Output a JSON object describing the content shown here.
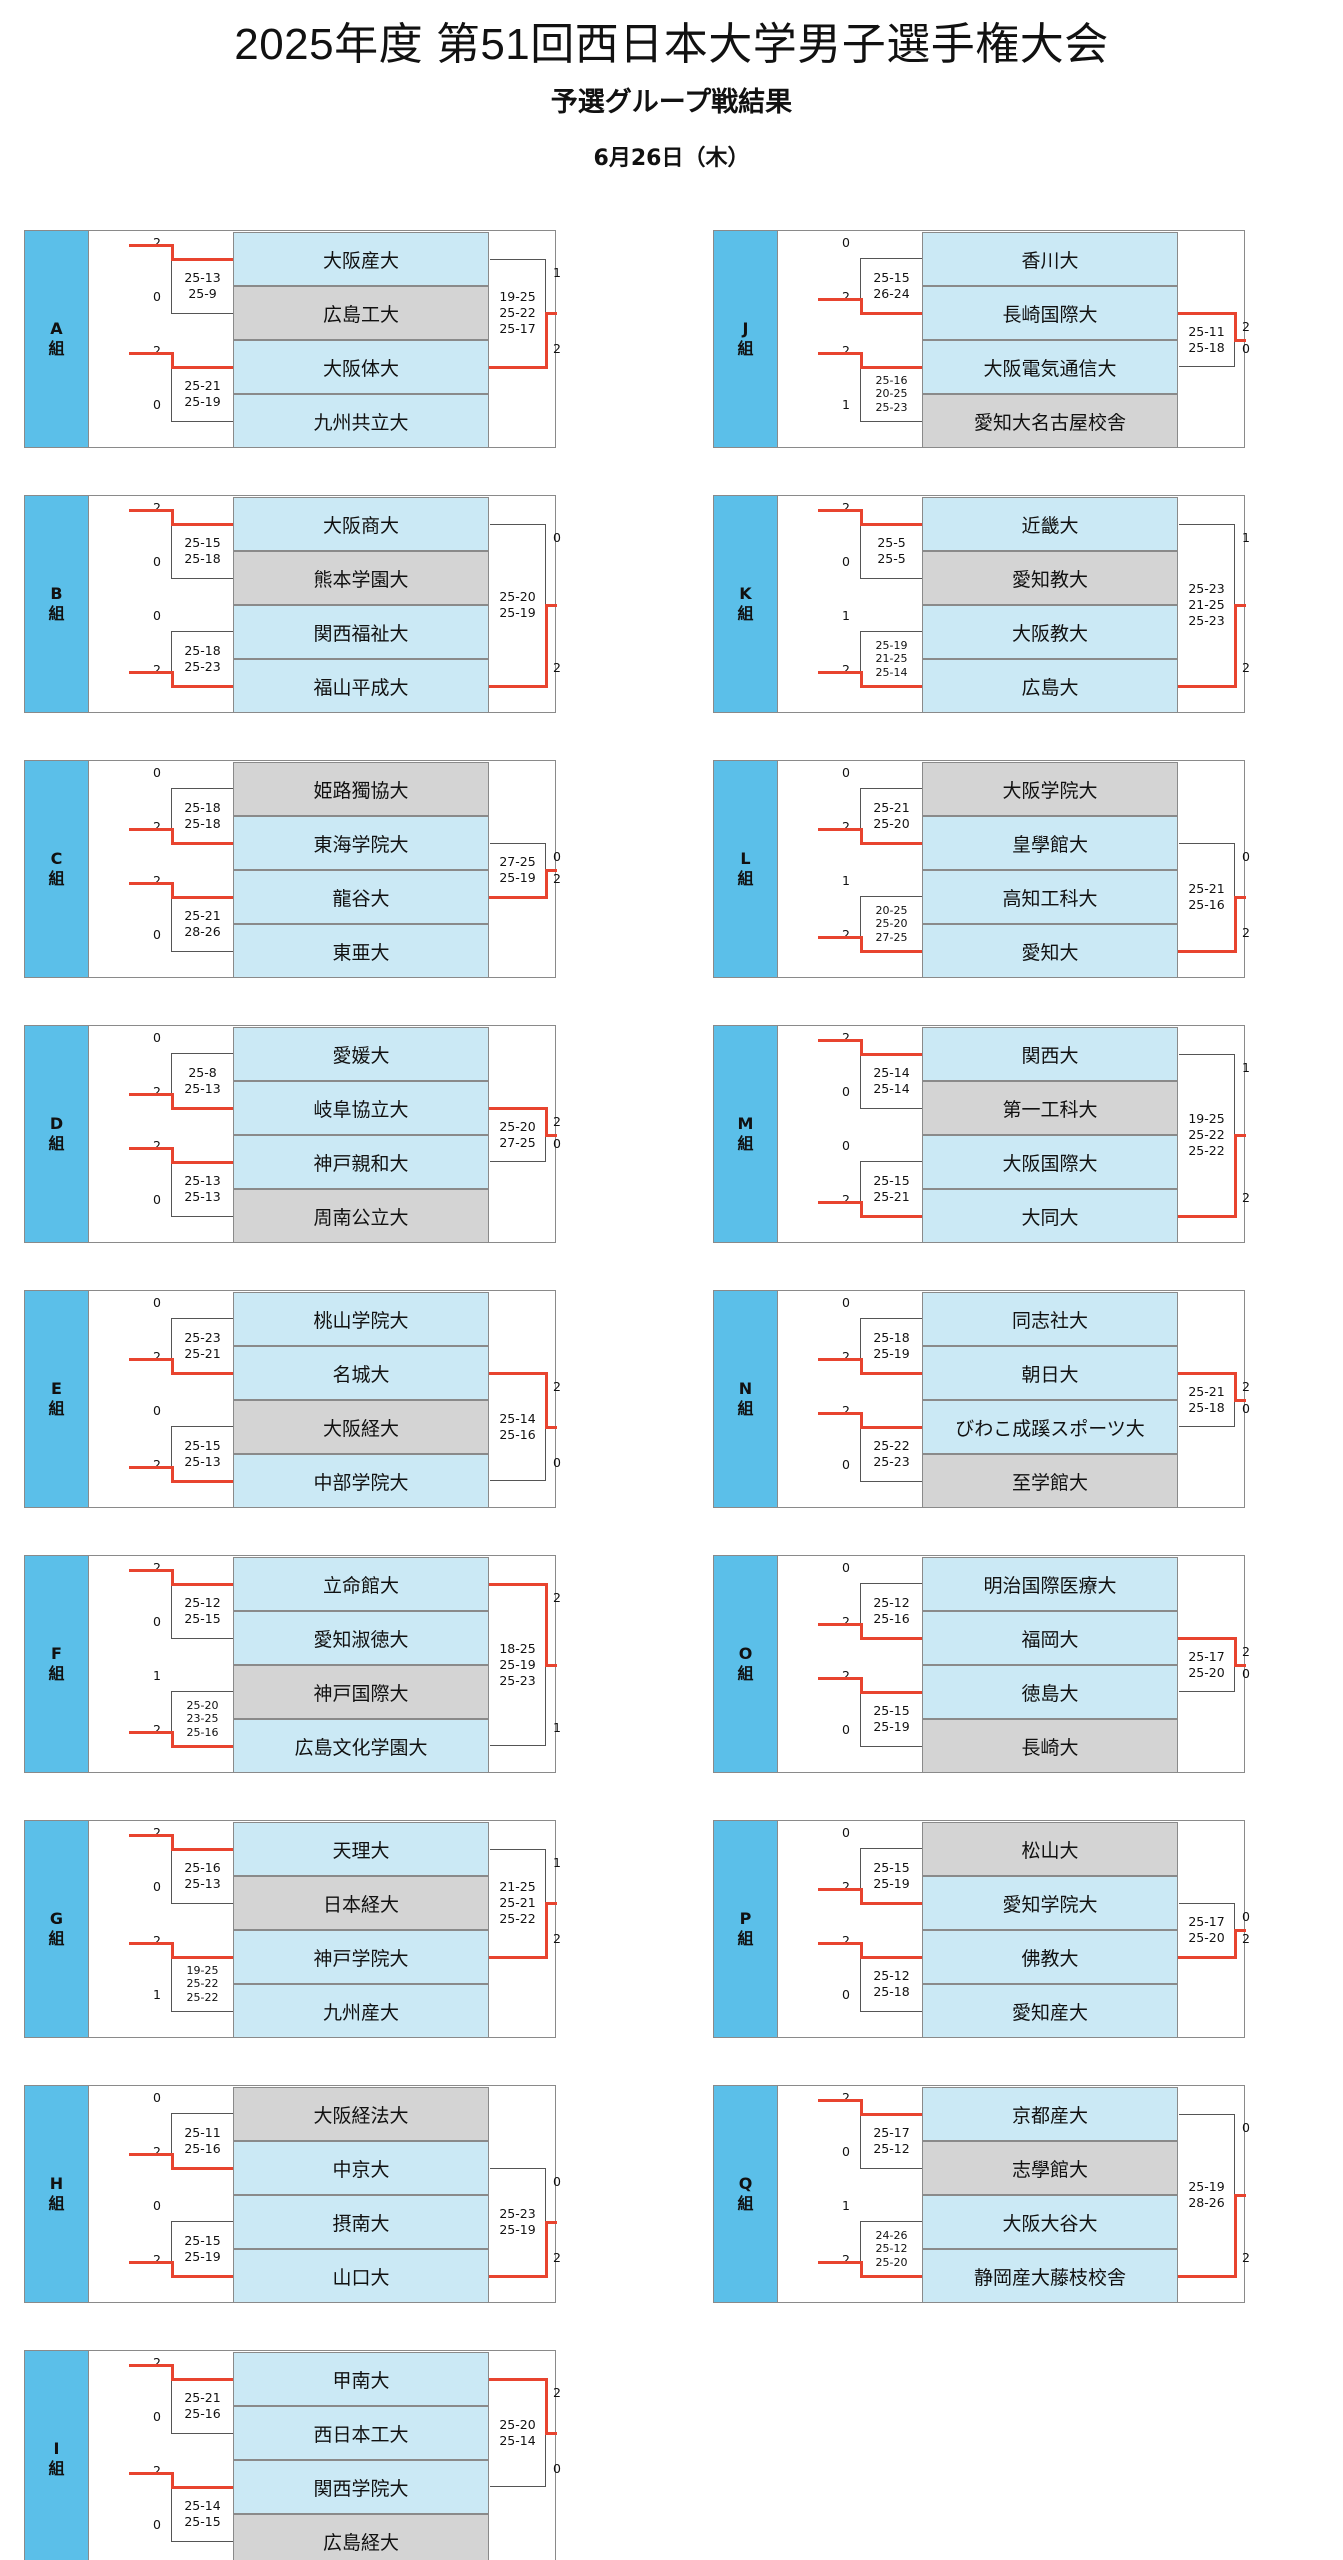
{
  "header": {
    "title": "2025年度 第51回西日本大学男子選手権大会",
    "subtitle": "予選グループ戦結果",
    "date": "6月26日（木）"
  },
  "colors": {
    "team_cell": "#cbe9f5",
    "eliminated_cell": "#d4d4d4",
    "group_label": "#5bbfe9",
    "winner_line": "#e8442f"
  },
  "groups": [
    {
      "label": "A",
      "suffix": "組",
      "teams": [
        "大阪産大",
        "広島工大",
        "大阪体大",
        "九州共立大"
      ],
      "shade": [
        "blue",
        "gray",
        "blue",
        "blue"
      ],
      "match1": {
        "wins": [
          "2",
          "0"
        ],
        "sets": [
          "25-13",
          "25-9"
        ],
        "winner": 0
      },
      "match2": {
        "wins": [
          "2",
          "0"
        ],
        "sets": [
          "25-21",
          "25-19"
        ],
        "winner": 0
      },
      "final": {
        "wins": [
          "1",
          "2"
        ],
        "sets": [
          "19-25",
          "25-22",
          "25-17"
        ],
        "winner": 1
      }
    },
    {
      "label": "J",
      "suffix": "組",
      "teams": [
        "香川大",
        "長崎国際大",
        "大阪電気通信大",
        "愛知大名古屋校舎"
      ],
      "shade": [
        "blue",
        "blue",
        "blue",
        "gray"
      ],
      "match1": {
        "wins": [
          "0",
          "2"
        ],
        "sets": [
          "25-15",
          "26-24"
        ],
        "winner": 1
      },
      "match2": {
        "wins": [
          "2",
          "1"
        ],
        "sets": [
          "25-16",
          "20-25",
          "25-23"
        ],
        "winner": 0
      },
      "final": {
        "wins": [
          "2",
          "0"
        ],
        "sets": [
          "25-11",
          "25-18"
        ],
        "winner": 0
      }
    },
    {
      "label": "B",
      "suffix": "組",
      "teams": [
        "大阪商大",
        "熊本学園大",
        "関西福祉大",
        "福山平成大"
      ],
      "shade": [
        "blue",
        "gray",
        "blue",
        "blue"
      ],
      "match1": {
        "wins": [
          "2",
          "0"
        ],
        "sets": [
          "25-15",
          "25-18"
        ],
        "winner": 0
      },
      "match2": {
        "wins": [
          "0",
          "2"
        ],
        "sets": [
          "25-18",
          "25-23"
        ],
        "winner": 1
      },
      "final": {
        "wins": [
          "0",
          "2"
        ],
        "sets": [
          "25-20",
          "25-19"
        ],
        "winner": 1
      }
    },
    {
      "label": "K",
      "suffix": "組",
      "teams": [
        "近畿大",
        "愛知教大",
        "大阪教大",
        "広島大"
      ],
      "shade": [
        "blue",
        "gray",
        "blue",
        "blue"
      ],
      "match1": {
        "wins": [
          "2",
          "0"
        ],
        "sets": [
          "25-5",
          "25-5"
        ],
        "winner": 0
      },
      "match2": {
        "wins": [
          "1",
          "2"
        ],
        "sets": [
          "25-19",
          "21-25",
          "25-14"
        ],
        "winner": 1
      },
      "final": {
        "wins": [
          "1",
          "2"
        ],
        "sets": [
          "25-23",
          "21-25",
          "25-23"
        ],
        "winner": 1
      }
    },
    {
      "label": "C",
      "suffix": "組",
      "teams": [
        "姫路獨協大",
        "東海学院大",
        "龍谷大",
        "東亜大"
      ],
      "shade": [
        "gray",
        "blue",
        "blue",
        "blue"
      ],
      "match1": {
        "wins": [
          "0",
          "2"
        ],
        "sets": [
          "25-18",
          "25-18"
        ],
        "winner": 1
      },
      "match2": {
        "wins": [
          "2",
          "0"
        ],
        "sets": [
          "25-21",
          "28-26"
        ],
        "winner": 0
      },
      "final": {
        "wins": [
          "0",
          "2"
        ],
        "sets": [
          "27-25",
          "25-19"
        ],
        "winner": 1
      }
    },
    {
      "label": "L",
      "suffix": "組",
      "teams": [
        "大阪学院大",
        "皇學館大",
        "高知工科大",
        "愛知大"
      ],
      "shade": [
        "gray",
        "blue",
        "blue",
        "blue"
      ],
      "match1": {
        "wins": [
          "0",
          "2"
        ],
        "sets": [
          "25-21",
          "25-20"
        ],
        "winner": 1
      },
      "match2": {
        "wins": [
          "1",
          "2"
        ],
        "sets": [
          "20-25",
          "25-20",
          "27-25"
        ],
        "winner": 1
      },
      "final": {
        "wins": [
          "0",
          "2"
        ],
        "sets": [
          "25-21",
          "25-16"
        ],
        "winner": 1
      }
    },
    {
      "label": "D",
      "suffix": "組",
      "teams": [
        "愛媛大",
        "岐阜協立大",
        "神戸親和大",
        "周南公立大"
      ],
      "shade": [
        "blue",
        "blue",
        "blue",
        "gray"
      ],
      "match1": {
        "wins": [
          "0",
          "2"
        ],
        "sets": [
          "25-8",
          "25-13"
        ],
        "winner": 1
      },
      "match2": {
        "wins": [
          "2",
          "0"
        ],
        "sets": [
          "25-13",
          "25-13"
        ],
        "winner": 0
      },
      "final": {
        "wins": [
          "2",
          "0"
        ],
        "sets": [
          "25-20",
          "27-25"
        ],
        "winner": 0
      }
    },
    {
      "label": "M",
      "suffix": "組",
      "teams": [
        "関西大",
        "第一工科大",
        "大阪国際大",
        "大同大"
      ],
      "shade": [
        "blue",
        "gray",
        "blue",
        "blue"
      ],
      "match1": {
        "wins": [
          "2",
          "0"
        ],
        "sets": [
          "25-14",
          "25-14"
        ],
        "winner": 0
      },
      "match2": {
        "wins": [
          "0",
          "2"
        ],
        "sets": [
          "25-15",
          "25-21"
        ],
        "winner": 1
      },
      "final": {
        "wins": [
          "1",
          "2"
        ],
        "sets": [
          "19-25",
          "25-22",
          "25-22"
        ],
        "winner": 1
      }
    },
    {
      "label": "E",
      "suffix": "組",
      "teams": [
        "桃山学院大",
        "名城大",
        "大阪経大",
        "中部学院大"
      ],
      "shade": [
        "blue",
        "blue",
        "gray",
        "blue"
      ],
      "match1": {
        "wins": [
          "0",
          "2"
        ],
        "sets": [
          "25-23",
          "25-21"
        ],
        "winner": 1
      },
      "match2": {
        "wins": [
          "0",
          "2"
        ],
        "sets": [
          "25-15",
          "25-13"
        ],
        "winner": 1
      },
      "final": {
        "wins": [
          "2",
          "0"
        ],
        "sets": [
          "25-14",
          "25-16"
        ],
        "winner": 0
      }
    },
    {
      "label": "N",
      "suffix": "組",
      "teams": [
        "同志社大",
        "朝日大",
        "びわこ成蹊スポーツ大",
        "至学館大"
      ],
      "shade": [
        "blue",
        "blue",
        "blue",
        "gray"
      ],
      "match1": {
        "wins": [
          "0",
          "2"
        ],
        "sets": [
          "25-18",
          "25-19"
        ],
        "winner": 1
      },
      "match2": {
        "wins": [
          "2",
          "0"
        ],
        "sets": [
          "25-22",
          "25-23"
        ],
        "winner": 0
      },
      "final": {
        "wins": [
          "2",
          "0"
        ],
        "sets": [
          "25-21",
          "25-18"
        ],
        "winner": 0
      }
    },
    {
      "label": "F",
      "suffix": "組",
      "teams": [
        "立命館大",
        "愛知淑徳大",
        "神戸国際大",
        "広島文化学園大"
      ],
      "shade": [
        "blue",
        "blue",
        "gray",
        "blue"
      ],
      "match1": {
        "wins": [
          "2",
          "0"
        ],
        "sets": [
          "25-12",
          "25-15"
        ],
        "winner": 0
      },
      "match2": {
        "wins": [
          "1",
          "2"
        ],
        "sets": [
          "25-20",
          "23-25",
          "25-16"
        ],
        "winner": 1
      },
      "final": {
        "wins": [
          "2",
          "1"
        ],
        "sets": [
          "18-25",
          "25-19",
          "25-23"
        ],
        "winner": 0
      }
    },
    {
      "label": "O",
      "suffix": "組",
      "teams": [
        "明治国際医療大",
        "福岡大",
        "徳島大",
        "長崎大"
      ],
      "shade": [
        "blue",
        "blue",
        "blue",
        "gray"
      ],
      "match1": {
        "wins": [
          "0",
          "2"
        ],
        "sets": [
          "25-12",
          "25-16"
        ],
        "winner": 1
      },
      "match2": {
        "wins": [
          "2",
          "0"
        ],
        "sets": [
          "25-15",
          "25-19"
        ],
        "winner": 0
      },
      "final": {
        "wins": [
          "2",
          "0"
        ],
        "sets": [
          "25-17",
          "25-20"
        ],
        "winner": 0
      }
    },
    {
      "label": "G",
      "suffix": "組",
      "teams": [
        "天理大",
        "日本経大",
        "神戸学院大",
        "九州産大"
      ],
      "shade": [
        "blue",
        "gray",
        "blue",
        "blue"
      ],
      "match1": {
        "wins": [
          "2",
          "0"
        ],
        "sets": [
          "25-16",
          "25-13"
        ],
        "winner": 0
      },
      "match2": {
        "wins": [
          "2",
          "1"
        ],
        "sets": [
          "19-25",
          "25-22",
          "25-22"
        ],
        "winner": 0
      },
      "final": {
        "wins": [
          "1",
          "2"
        ],
        "sets": [
          "21-25",
          "25-21",
          "25-22"
        ],
        "winner": 1
      }
    },
    {
      "label": "P",
      "suffix": "組",
      "teams": [
        "松山大",
        "愛知学院大",
        "佛教大",
        "愛知産大"
      ],
      "shade": [
        "gray",
        "blue",
        "blue",
        "blue"
      ],
      "match1": {
        "wins": [
          "0",
          "2"
        ],
        "sets": [
          "25-15",
          "25-19"
        ],
        "winner": 1
      },
      "match2": {
        "wins": [
          "2",
          "0"
        ],
        "sets": [
          "25-12",
          "25-18"
        ],
        "winner": 0
      },
      "final": {
        "wins": [
          "0",
          "2"
        ],
        "sets": [
          "25-17",
          "25-20"
        ],
        "winner": 1
      }
    },
    {
      "label": "H",
      "suffix": "組",
      "teams": [
        "大阪経法大",
        "中京大",
        "摂南大",
        "山口大"
      ],
      "shade": [
        "gray",
        "blue",
        "blue",
        "blue"
      ],
      "match1": {
        "wins": [
          "0",
          "2"
        ],
        "sets": [
          "25-11",
          "25-16"
        ],
        "winner": 1
      },
      "match2": {
        "wins": [
          "0",
          "2"
        ],
        "sets": [
          "25-15",
          "25-19"
        ],
        "winner": 1
      },
      "final": {
        "wins": [
          "0",
          "2"
        ],
        "sets": [
          "25-23",
          "25-19"
        ],
        "winner": 1
      }
    },
    {
      "label": "Q",
      "suffix": "組",
      "teams": [
        "京都産大",
        "志學館大",
        "大阪大谷大",
        "静岡産大藤枝校舎"
      ],
      "shade": [
        "blue",
        "gray",
        "blue",
        "blue"
      ],
      "match1": {
        "wins": [
          "2",
          "0"
        ],
        "sets": [
          "25-17",
          "25-12"
        ],
        "winner": 0
      },
      "match2": {
        "wins": [
          "1",
          "2"
        ],
        "sets": [
          "24-26",
          "25-12",
          "25-20"
        ],
        "winner": 1
      },
      "final": {
        "wins": [
          "0",
          "2"
        ],
        "sets": [
          "25-19",
          "28-26"
        ],
        "winner": 1
      }
    },
    {
      "label": "I",
      "suffix": "組",
      "teams": [
        "甲南大",
        "西日本工大",
        "関西学院大",
        "広島経大"
      ],
      "shade": [
        "blue",
        "blue",
        "blue",
        "gray"
      ],
      "match1": {
        "wins": [
          "2",
          "0"
        ],
        "sets": [
          "25-21",
          "25-16"
        ],
        "winner": 0
      },
      "match2": {
        "wins": [
          "2",
          "0"
        ],
        "sets": [
          "25-14",
          "25-15"
        ],
        "winner": 0
      },
      "final": {
        "wins": [
          "2",
          "0"
        ],
        "sets": [
          "25-20",
          "25-14"
        ],
        "winner": 0
      }
    }
  ]
}
